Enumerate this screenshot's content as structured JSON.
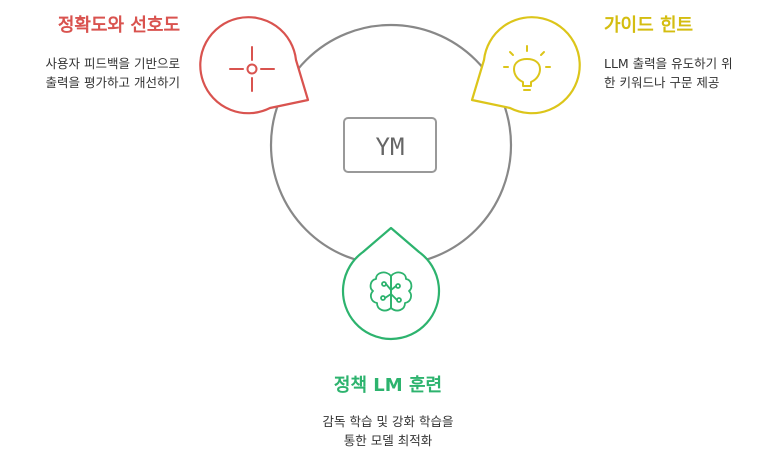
{
  "colors": {
    "accuracy": "#d9534f",
    "hint": "#dcc51a",
    "policy": "#2db36e",
    "hub": "#888888",
    "center_box": "#999999"
  },
  "center": {
    "label": "YM"
  },
  "accuracy": {
    "title": "정확도와 선호도",
    "desc_line1": "사용자 피드백을 기반으로",
    "desc_line2": "출력을 평가하고 개선하기",
    "icon": "crosshair-icon"
  },
  "hint": {
    "title": "가이드 힌트",
    "desc_line1": "LLM 출력을 유도하기 위",
    "desc_line2": "한 키워드나 구문 제공",
    "icon": "lightbulb-icon"
  },
  "policy": {
    "title": "정책 LM 훈련",
    "desc_line1": "감독 학습 및 강화 학습을",
    "desc_line2": "통한 모델 최적화",
    "icon": "brain-icon"
  }
}
